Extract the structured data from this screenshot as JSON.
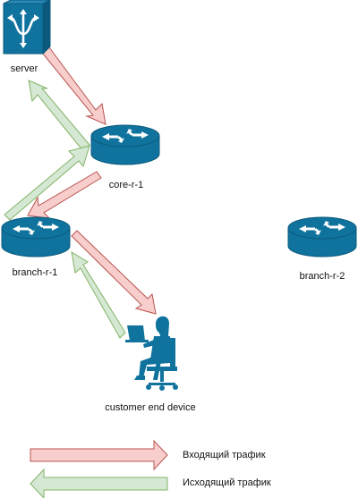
{
  "nodes": {
    "server": {
      "label": "server",
      "icon": "server-switch-icon"
    },
    "core_r_1": {
      "label": "core-r-1",
      "icon": "router-icon"
    },
    "branch_r_1": {
      "label": "branch-r-1",
      "icon": "router-icon"
    },
    "branch_r_2": {
      "label": "branch-r-2",
      "icon": "router-icon"
    },
    "customer": {
      "label": "customer end device",
      "icon": "user-at-laptop-icon"
    }
  },
  "legend": {
    "incoming": {
      "label": "Входящий трафик",
      "color": "#f8cecc",
      "stroke": "#b85450"
    },
    "outgoing": {
      "label": "Исходящий трафик",
      "color": "#d5e8d4",
      "stroke": "#82b366"
    }
  },
  "colors": {
    "device_fill": "#10739e",
    "device_stroke": "#ffffff"
  },
  "edges": [
    {
      "from": "server",
      "to": "core-r-1",
      "kind": "incoming"
    },
    {
      "from": "core-r-1",
      "to": "branch-r-1",
      "kind": "incoming"
    },
    {
      "from": "branch-r-1",
      "to": "customer end device",
      "kind": "incoming"
    },
    {
      "from": "customer end device",
      "to": "branch-r-1",
      "kind": "outgoing"
    },
    {
      "from": "branch-r-1",
      "to": "core-r-1",
      "kind": "outgoing"
    },
    {
      "from": "core-r-1",
      "to": "server",
      "kind": "outgoing"
    }
  ]
}
